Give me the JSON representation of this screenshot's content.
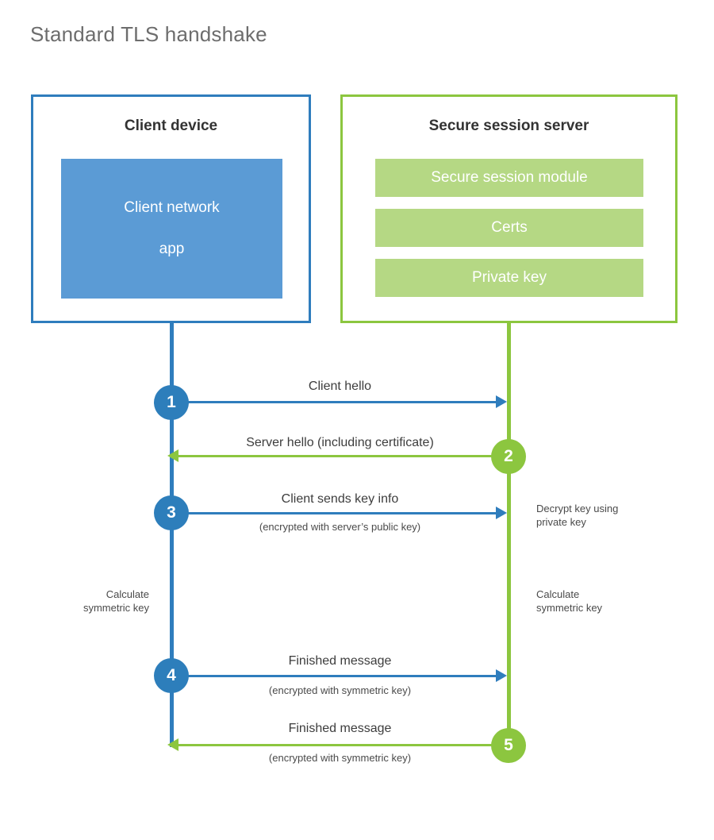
{
  "title": "Standard TLS handshake",
  "colors": {
    "client_accent": "#2f7dbd",
    "client_fill": "#5b9bd5",
    "server_accent": "#8cc63f",
    "server_fill": "#b5d884",
    "title_text": "#6d6d6d",
    "body_text": "#3d3d3d"
  },
  "client": {
    "title": "Client device",
    "app_line1": "Client network",
    "app_line2": "app"
  },
  "server": {
    "title": "Secure session server",
    "bars": [
      {
        "label": "Secure session module"
      },
      {
        "label": "Certs"
      },
      {
        "label": "Private key"
      }
    ]
  },
  "steps": [
    {
      "number": "1",
      "direction": "client-to-server",
      "label": "Client hello",
      "sublabel": ""
    },
    {
      "number": "2",
      "direction": "server-to-client",
      "label": "Server hello (including certificate)",
      "sublabel": ""
    },
    {
      "number": "3",
      "direction": "client-to-server",
      "label": "Client sends key info",
      "sublabel": "(encrypted with server’s public key)"
    },
    {
      "number": "4",
      "direction": "client-to-server",
      "label": "Finished message",
      "sublabel": "(encrypted with symmetric key)"
    },
    {
      "number": "5",
      "direction": "server-to-client",
      "label": "Finished message",
      "sublabel": "(encrypted with symmetric key)"
    }
  ],
  "notes": {
    "decrypt_line1": "Decrypt key using",
    "decrypt_line2": "private key",
    "client_calc_line1": "Calculate",
    "client_calc_line2": "symmetric key",
    "server_calc_line1": "Calculate",
    "server_calc_line2": "symmetric key"
  }
}
